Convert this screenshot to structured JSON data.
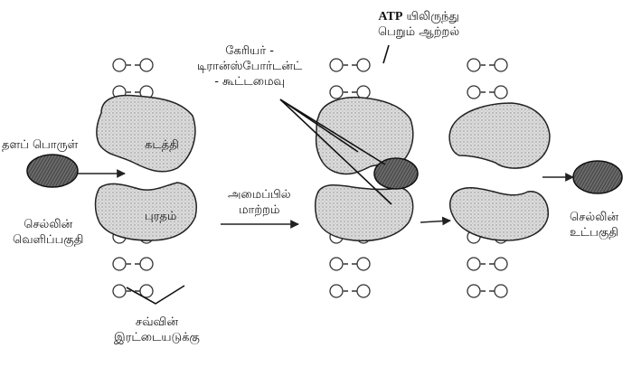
{
  "labels": {
    "solute": "தளப் பொருள்",
    "channel": "கடத்தி",
    "protein": "புரதம்",
    "outside_line1": "செல்லின்",
    "outside_line2": "வெளிப்பகுதி",
    "bilayer_line1": "சவ்வின்",
    "bilayer_line2": "இரட்டையடுக்கு",
    "change_line1": "அமைப்பில்",
    "change_line2": "மாற்றம்",
    "carrier_line1": "கேரியர் -",
    "carrier_line2": "டிரான்ஸ்போர்டன்ட்",
    "carrier_line3": "- கூட்டமைவு",
    "atp_bold": "ATP",
    "atp_line1_rest": " யிலிருந்து",
    "atp_line2": "பெறும் ஆற்றல்",
    "inside_line1": "செல்லின்",
    "inside_line2": "உட்பகுதி"
  },
  "colors": {
    "ink": "#111111",
    "protein_fill": "#d9d9d9",
    "solute_fill": "#555555",
    "lipid_line": "#555555"
  }
}
